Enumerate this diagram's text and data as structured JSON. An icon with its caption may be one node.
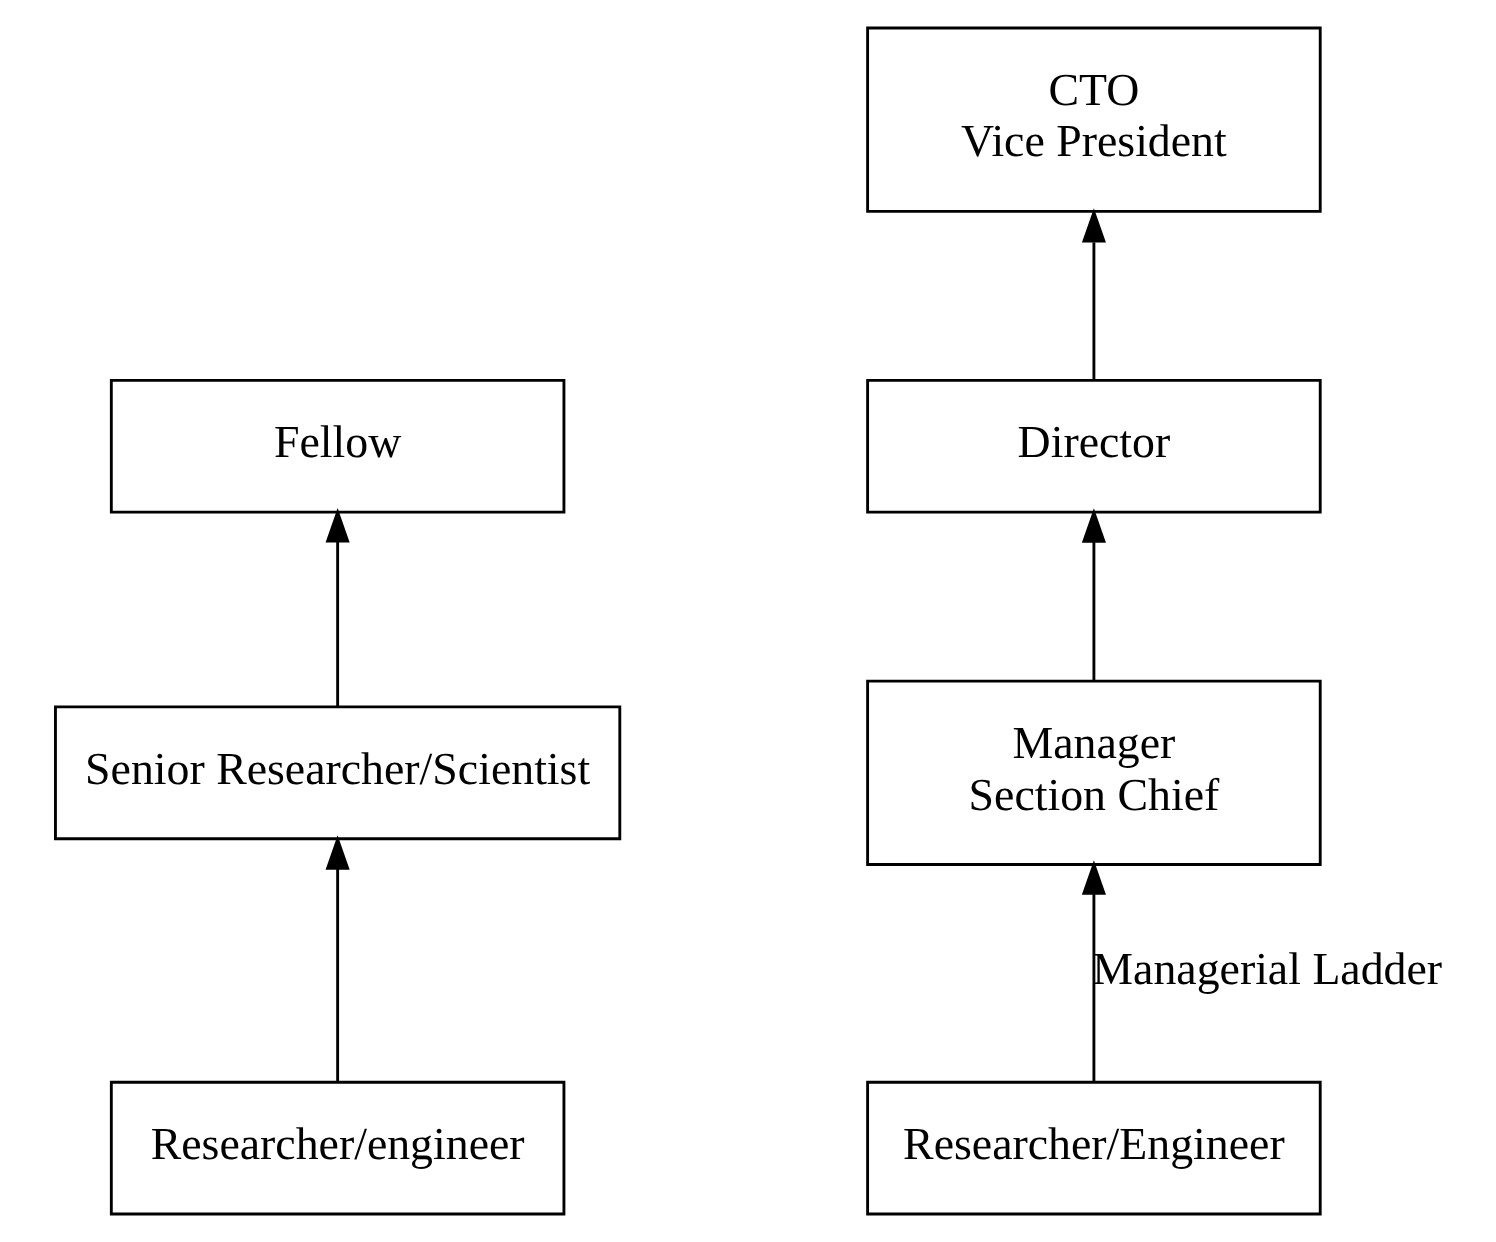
{
  "diagram": {
    "nodes": [
      {
        "text": [
          "Fellow"
        ]
      },
      {
        "text": [
          "Senior Researcher/Scientist"
        ]
      },
      {
        "text": [
          "Researcher/engineer"
        ]
      },
      {
        "text": [
          "CTO",
          "Vice President"
        ]
      },
      {
        "text": [
          "Director"
        ]
      },
      {
        "text": [
          "Manager",
          "Section Chief"
        ]
      },
      {
        "text": [
          "Researcher/Engineer"
        ]
      }
    ],
    "edges": [
      {
        "from": 2,
        "to": 1,
        "arrow": "to"
      },
      {
        "from": 1,
        "to": 0,
        "arrow": "to"
      },
      {
        "from": 6,
        "to": 5,
        "arrow": "to",
        "label": "Managerial Ladder"
      },
      {
        "from": 5,
        "to": 4,
        "arrow": "to"
      },
      {
        "from": 4,
        "to": 3,
        "arrow": "to"
      }
    ]
  }
}
